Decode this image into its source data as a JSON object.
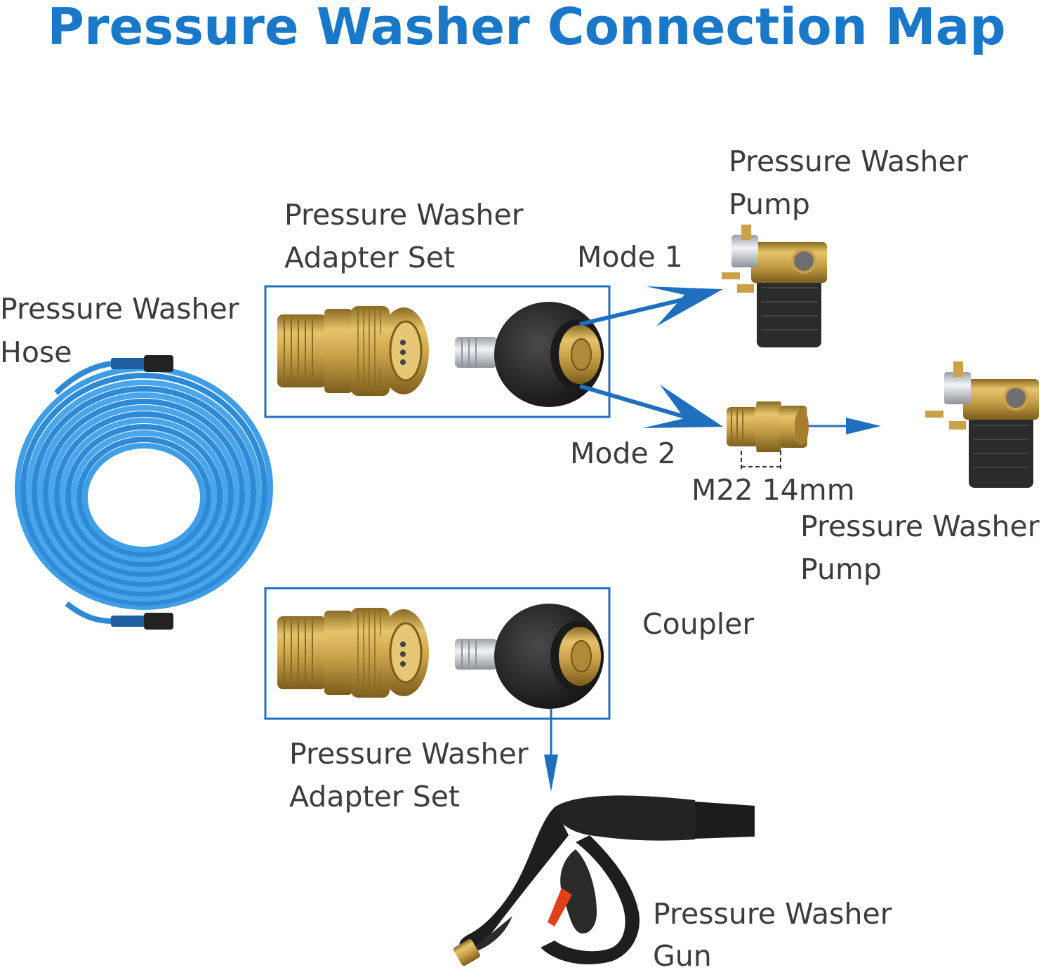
{
  "title": "Pressure Washer Connection Map",
  "labels": {
    "hose_line1": "Pressure Washer",
    "hose_line2": "Hose",
    "adapter_top_line1": "Pressure Washer",
    "adapter_top_line2": "Adapter Set",
    "pump1_line1": "Pressure Washer",
    "pump1_line2": "Pump",
    "mode1": "Mode 1",
    "mode2": "Mode 2",
    "fitting": "M22 14mm",
    "pump2_line1": "Pressure Washer",
    "pump2_line2": "Pump",
    "coupler": "Coupler",
    "adapter_bottom_line1": "Pressure Washer",
    "adapter_bottom_line2": "Adapter Set",
    "gun_line1": "Pressure Washer",
    "gun_line2": "Gun"
  },
  "colors": {
    "title": "#1a78c8",
    "arrow": "#1f6fbf",
    "hose": "#3f9ee6",
    "brass": "#c9a24a",
    "fitting_black": "#222222"
  },
  "icons": [
    "hose-coil",
    "brass-quick-connector",
    "m22-fitting",
    "pressure-washer-pump",
    "m22-brass-nipple",
    "spray-gun"
  ]
}
